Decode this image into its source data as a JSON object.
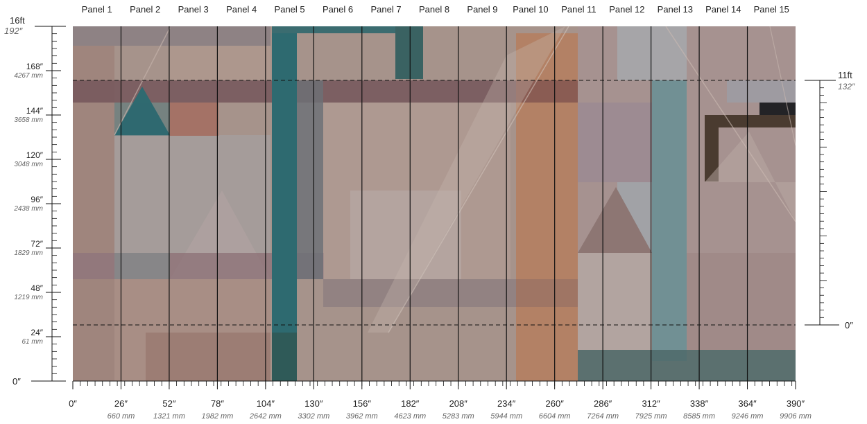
{
  "panels": [
    "Panel 1",
    "Panel 2",
    "Panel 3",
    "Panel 4",
    "Panel 5",
    "Panel 6",
    "Panel 7",
    "Panel 8",
    "Panel 9",
    "Panel 10",
    "Panel 11",
    "Panel 12",
    "Panel 13",
    "Panel 14",
    "Panel 15"
  ],
  "left_scale": {
    "top_label": "16ft",
    "top_sub": "192″",
    "ticks": [
      {
        "label": "168″",
        "sub": "4267 mm",
        "inches": 168
      },
      {
        "label": "144″",
        "sub": "3658 mm",
        "inches": 144
      },
      {
        "label": "120″",
        "sub": "3048 mm",
        "inches": 120
      },
      {
        "label": "96″",
        "sub": "2438 mm",
        "inches": 96
      },
      {
        "label": "72″",
        "sub": "1829 mm",
        "inches": 72
      },
      {
        "label": "48″",
        "sub": "1219 mm",
        "inches": 48
      },
      {
        "label": "24″",
        "sub": "61 mm",
        "inches": 24
      }
    ],
    "zero_label": "0″",
    "max_inches": 192
  },
  "right_scale": {
    "top_label": "11ft",
    "top_sub": "132″",
    "zero_label": "0″"
  },
  "bottom_scale": {
    "max_inches": 390,
    "ticks": [
      {
        "label": "0″",
        "sub": "",
        "inches": 0
      },
      {
        "label": "26″",
        "sub": "660 mm",
        "inches": 26
      },
      {
        "label": "52″",
        "sub": "1321 mm",
        "inches": 52
      },
      {
        "label": "78″",
        "sub": "1982 mm",
        "inches": 78
      },
      {
        "label": "104″",
        "sub": "2642 mm",
        "inches": 104
      },
      {
        "label": "130″",
        "sub": "3302 mm",
        "inches": 130
      },
      {
        "label": "156″",
        "sub": "3962 mm",
        "inches": 156
      },
      {
        "label": "182″",
        "sub": "4623 mm",
        "inches": 182
      },
      {
        "label": "208″",
        "sub": "5283 mm",
        "inches": 208
      },
      {
        "label": "234″",
        "sub": "5944 mm",
        "inches": 234
      },
      {
        "label": "260″",
        "sub": "6604 mm",
        "inches": 260
      },
      {
        "label": "286″",
        "sub": "7264 mm",
        "inches": 286
      },
      {
        "label": "312″",
        "sub": "7925 mm",
        "inches": 312
      },
      {
        "label": "338″",
        "sub": "8585 mm",
        "inches": 338
      },
      {
        "label": "364″",
        "sub": "9246 mm",
        "inches": 364
      },
      {
        "label": "390″",
        "sub": "9906 mm",
        "inches": 390
      }
    ]
  },
  "colors": {
    "base": "#a8948c",
    "teal": "#2f6a70",
    "orange": "#b8805e",
    "band": "#6e4f55",
    "line": "#111111"
  }
}
